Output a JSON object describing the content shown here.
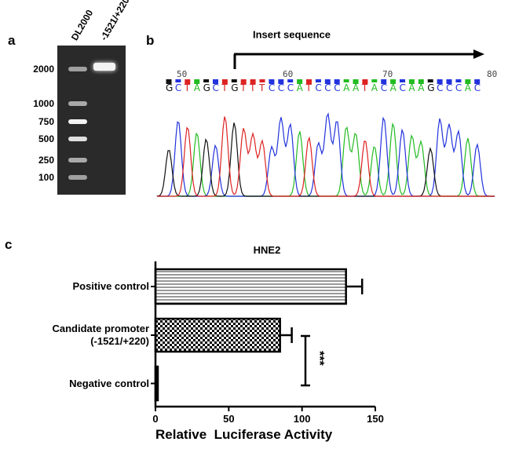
{
  "panels": {
    "a": "a",
    "b": "b",
    "c": "c"
  },
  "gel": {
    "lanes": [
      "DL2000",
      "-1521/+220"
    ],
    "markers": [
      "2000",
      "1000",
      "750",
      "500",
      "250",
      "100"
    ]
  },
  "sequence": {
    "title": "Insert sequence",
    "positions": [
      "50",
      "60",
      "70",
      "80"
    ],
    "bases": "GCTAGCTGTTTCCCATCCCAATACACAAGCCCAC",
    "colors": {
      "A": "#22bb22",
      "C": "#2233dd",
      "G": "#111111",
      "T": "#dd2222"
    }
  },
  "chart_data": {
    "type": "bar",
    "orientation": "horizontal",
    "title": "HNE2",
    "xlabel": "Relative  Luciferase Activity",
    "ylabel": "",
    "xlim": [
      0,
      150
    ],
    "xticks": [
      "0",
      "50",
      "100",
      "150"
    ],
    "categories": [
      "Positive control",
      "Candidate promoter\n(-1521/+220)",
      "Negative control"
    ],
    "category_lines": [
      [
        "Positive control"
      ],
      [
        "Candidate promoter",
        "(-1521/+220)"
      ],
      [
        "Negative control"
      ]
    ],
    "values": [
      130,
      85,
      1
    ],
    "errors": [
      11,
      8,
      0
    ],
    "patterns": [
      "horizontal-lines",
      "checkerboard",
      "solid"
    ],
    "significance": {
      "label": "***",
      "between": [
        "Candidate promoter",
        "Negative control"
      ]
    }
  }
}
